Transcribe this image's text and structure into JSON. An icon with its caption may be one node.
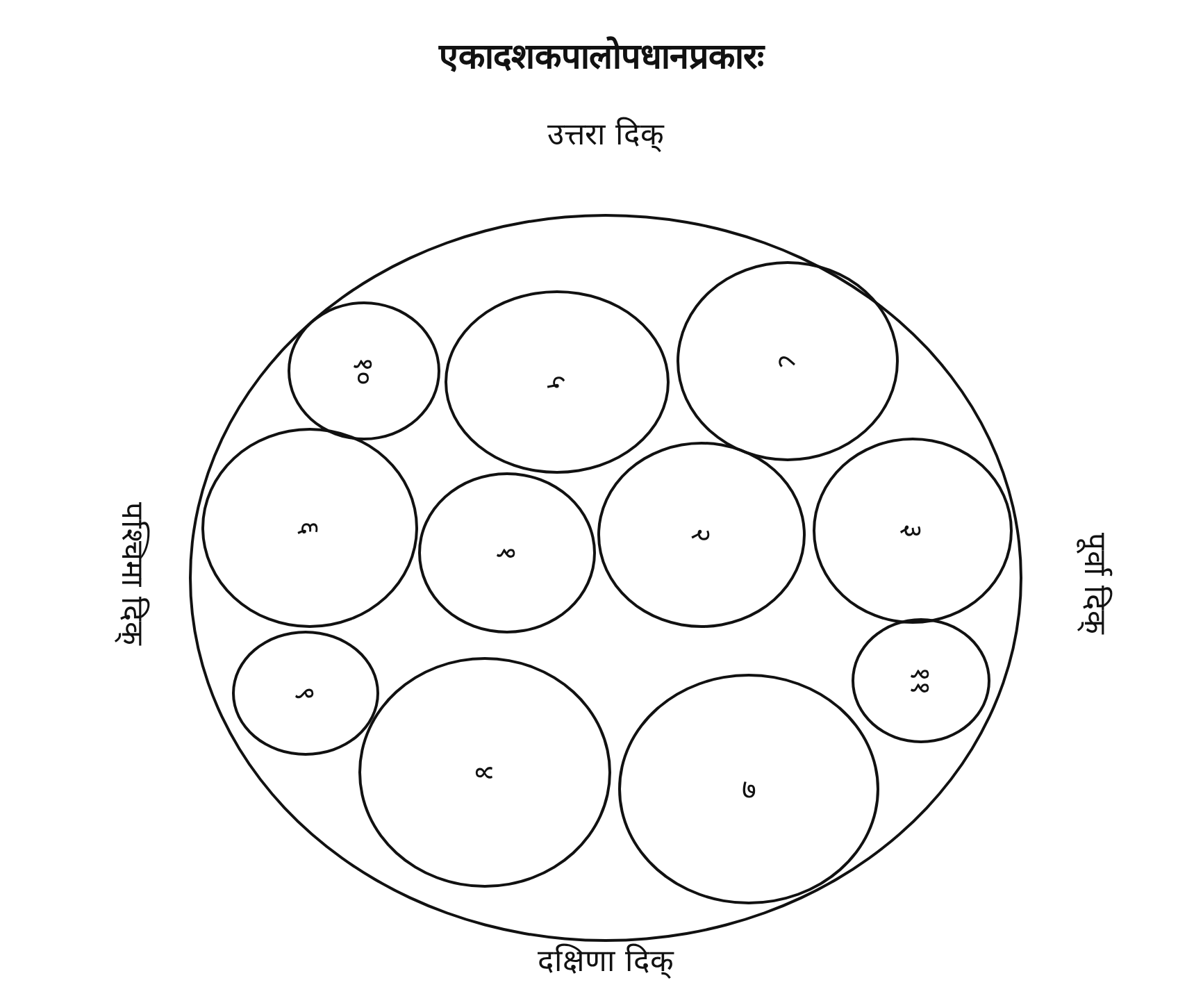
{
  "diagram": {
    "title": "एकादशकपालोपधानप्रकारः",
    "nodes": [
      {
        "text": [],
        "shape": "circle"
      },
      {
        "text": [
          "१०"
        ],
        "in": 0
      },
      {
        "text": [
          "५"
        ],
        "in": 0
      },
      {
        "text": [
          "८"
        ],
        "in": 0
      },
      {
        "text": [
          "६"
        ],
        "in": 0
      },
      {
        "text": [
          "१"
        ],
        "in": 0
      },
      {
        "text": [
          "२"
        ],
        "in": 0
      },
      {
        "text": [
          "३"
        ],
        "in": 0
      },
      {
        "text": [
          "९"
        ],
        "in": 0
      },
      {
        "text": [
          "४"
        ],
        "in": 0
      },
      {
        "text": [
          "७"
        ],
        "in": 0
      },
      {
        "text": [
          "११"
        ],
        "in": 0
      }
    ],
    "labels": [
      "उत्तरा दिक्",
      "पश्चिमा दिक्",
      "पूर्वा दिक्",
      "दक्षिणा दिक्"
    ]
  }
}
